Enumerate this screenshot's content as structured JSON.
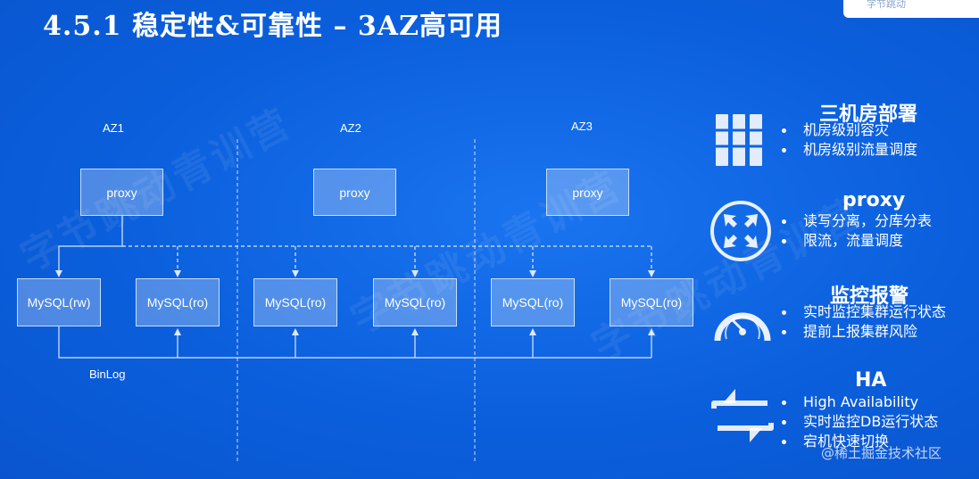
{
  "title": "4.5.1 稳定性&可靠性 –  3AZ高可用",
  "logo_text": "字节跳动",
  "watermark": "字节跳动青训营",
  "az_labels": [
    "AZ1",
    "AZ2",
    "AZ3"
  ],
  "proxy_label": "proxy",
  "mysql_nodes": [
    {
      "label": "MySQL(rw)"
    },
    {
      "label": "MySQL(ro)"
    },
    {
      "label": "MySQL(ro)"
    },
    {
      "label": "MySQL(ro)"
    },
    {
      "label": "MySQL(ro)"
    },
    {
      "label": "MySQL(ro)"
    }
  ],
  "binlog_label": "BinLog",
  "features": [
    {
      "title": "三机房部署",
      "icon": "server-rack-icon",
      "bullets": [
        "机房级别容灾",
        "机房级别流量调度"
      ]
    },
    {
      "title": "proxy",
      "icon": "proxy-arrows-icon",
      "bullets": [
        "读写分离，分库分表",
        "限流，流量调度"
      ]
    },
    {
      "title": "监控报警",
      "icon": "gauge-icon",
      "bullets": [
        "实时监控集群运行状态",
        "提前上报集群风险"
      ]
    },
    {
      "title": "HA",
      "icon": "switch-arrows-icon",
      "bullets": [
        "High Availability",
        "实时监控DB运行状态",
        "宕机快速切换"
      ]
    }
  ],
  "footer_watermark": "@稀土掘金技术社区",
  "colors": {
    "background": "#0d63e0",
    "box_fill": "rgba(255,255,255,0.28)",
    "line": "#dbe8ff"
  }
}
